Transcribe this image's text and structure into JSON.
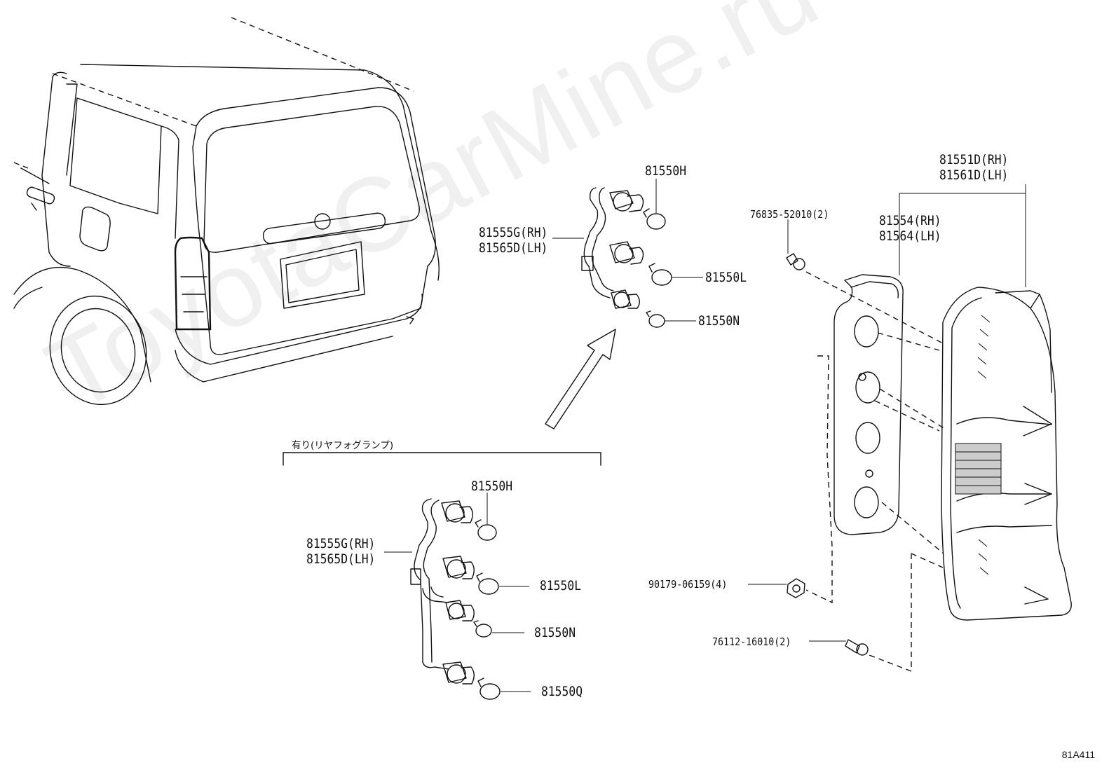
{
  "watermark": "ToyotaCarMine.ru",
  "diagram_code": "81A411",
  "upper_socket": {
    "bulb_h": "81550H",
    "socket_rh": "81555G(RH)",
    "socket_lh": "81565D(LH)",
    "bulb_l": "81550L",
    "bulb_n": "81550N"
  },
  "fog_variant": {
    "title": "有り(リヤフォグランプ)",
    "bulb_h": "81550H",
    "socket_rh": "81555G(RH)",
    "socket_lh": "81565D(LH)",
    "bulb_l": "81550L",
    "bulb_n": "81550N",
    "bulb_q": "81550Q"
  },
  "lamp_assembly": {
    "assy_rh": "81551D(RH)",
    "assy_lh": "81561D(LH)",
    "gasket_rh": "81554(RH)",
    "gasket_lh": "81564(LH)",
    "clip": "76835-52010(2)",
    "nut": "90179-06159(4)",
    "screw": "76112-16010(2)"
  }
}
